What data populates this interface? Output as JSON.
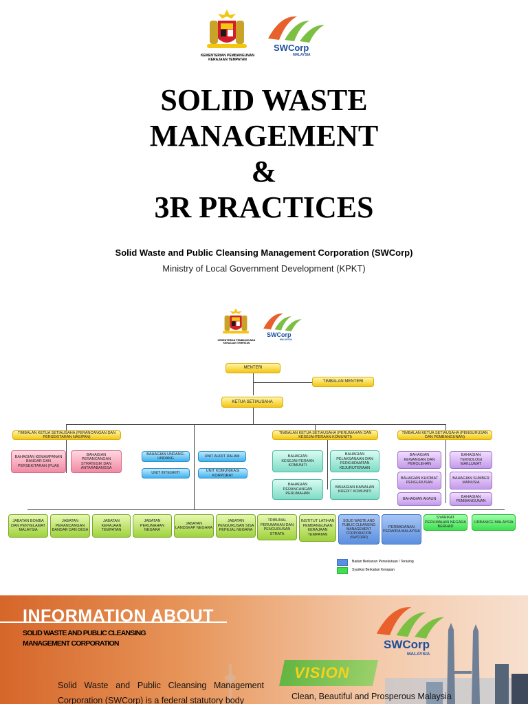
{
  "slide1": {
    "title_lines": [
      "SOLID WASTE",
      "MANAGEMENT",
      "&",
      "3R PRACTICES"
    ],
    "subtitle": "Solid Waste and Public Cleansing Management Corporation (SWCorp)",
    "ministry": "Ministry of Local Government Development (KPKT)",
    "crest_caption": [
      "KEMENTERIAN PEMBANGUNAN",
      "KERAJAAN TEMPATAN"
    ],
    "logo_text": "SWCorp",
    "logo_sub": "MALAYSIA"
  },
  "org": {
    "menteri": "MENTERI",
    "timbalan_menteri": "TIMBALAN MENTERI",
    "ketua_setiausaha": "KETUA SETIAUSAHA",
    "tks1": "TIMBALAN KETUA SETIAUSAHA (PERANCANGAN DAN PERSEKITARAN NASIPAN)",
    "tks2": "TIMBALAN KETUA SETIAUSAHA (PERUMAHAN DAN KESEJAHTERAAN KOMUNITI)",
    "tks3": "TIMBALAN KETUA SETIAUSAHA (PENGURUSAN DAN PEMBANGUNAN)",
    "b_pink1": "BAHAGIAN KEMAMPANAN BANDAR DAN PERSEKITARAN (PUAI)",
    "b_pink2": "BAHAGIAN PERANCANGAN STRATEGIK DAN ANTARABANGSA",
    "b_blue1": "BAHAGIAN UNDANG-UNDANG",
    "b_blue2": "UNIT AUDIT DALAM",
    "b_blue3": "UNIT INTEGRITI",
    "b_blue4": "UNIT KOMUNIKASI KORPORAT",
    "b_teal1": "BAHAGIAN KESEJAHTERAAN KOMUNITI",
    "b_teal2": "BAHAGIAN PELAKSANAAN DAN PERKHIDMATAN KEJURUTERAAN",
    "b_teal3": "BAHAGIAN PERANCANGAN PERUMAHAN",
    "b_teal4": "BAHAGIAN KAWALAN KREDIT KOMUNITI",
    "b_purp1": "BAHAGIAN KEWANGAN DAN PEROLEHAN",
    "b_purp2": "BAHAGIAN TEKNOLOGI MAKLUMAT",
    "b_purp3": "BAHAGIAN KHIDMAT PENGURUSAN",
    "b_purp4": "BAHAGIAN SUMBER MANUSIA",
    "b_purp5": "BAHAGIAN AKAUN",
    "b_purp6": "BAHAGIAN PEMBANGUNAN",
    "bottom": [
      "JABATAN BOMBA DAN PENYELAMAT MALAYSIA",
      "JABATAN PERANCANGAN BANDAR DAN DESA",
      "JABATAN KERAJAAN TEMPATAN",
      "JABATAN PERUMAHAN NEGARA",
      "JABATAN LANDSKAP NEGARA",
      "JABATAN PENGURUSAN SISA PEPEJAL NEGARA",
      "TRIBUNAL PERUMAHAN DAN PENGURUSAN STRATA",
      "INSTITUT LATIHAN PEMBANGUNAN KERAJAAN TEMPATAN",
      "SOLID WASTE AND PUBLIC CLEANSING MANAGEMENT CORPORATION (SWCorp)",
      "PERBADANAN PERWIRA MALAYSIA",
      "SYARIKAT PERUMAHAN NEGARA BERHAD",
      "URBANICE MALAYSIA"
    ],
    "legend_statutory": "Badan Berkanun Persekutuan / Terasing",
    "legend_company": "Syarikat Berkaitan Kerajaan",
    "crest_caption": [
      "KEMENTERIAN PEMBANGUNAN",
      "KERAJAAN TEMPATAN"
    ],
    "logo_text": "SWCorp",
    "logo_sub": "MALAYSIA"
  },
  "slide3": {
    "heading": "INFORMATION ABOUT",
    "subheading_lines": [
      "SOLID WASTE AND PUBLIC CLEANSING",
      "MANAGEMENT CORPORATION"
    ],
    "body": "Solid Waste and Public Cleansing Management Corporation (SWCorp) is a federal statutory body",
    "vision_label": "VISION",
    "vision_text": "Clean, Beautiful and Prosperous Malaysia",
    "logo_text": "SWCorp",
    "logo_sub": "MALAYSIA"
  },
  "colors": {
    "orange": "#e8612c",
    "green": "#7cc043",
    "yellow": "#f3c612",
    "navy": "#1e4e9c"
  }
}
